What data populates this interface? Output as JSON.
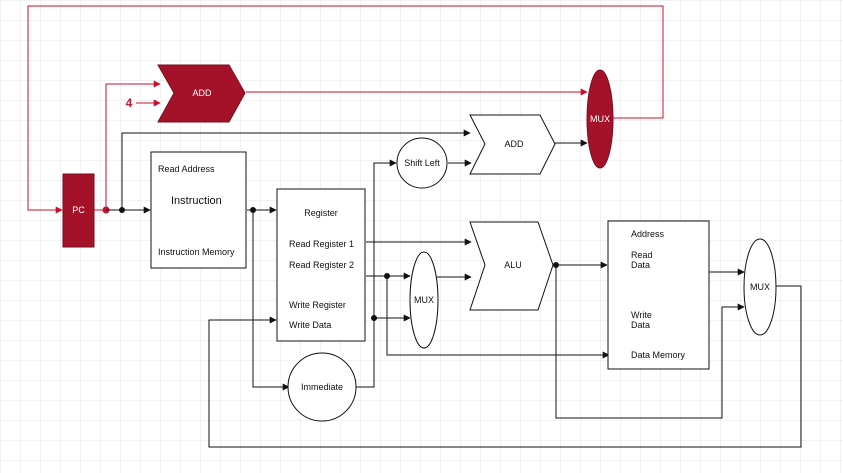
{
  "colors": {
    "accent": "#a4122a",
    "wire_red": "#c8102e",
    "wire": "#111111",
    "grid": "#eaeaea"
  },
  "pc": {
    "label": "PC"
  },
  "add_top": {
    "label": "ADD"
  },
  "constant": {
    "label": "4"
  },
  "mux_top": {
    "label": "MUX"
  },
  "instruction_memory": {
    "read_address": "Read Address",
    "instruction": "Instruction",
    "title": "Instruction Memory"
  },
  "shift_left": {
    "label": "Shift Left"
  },
  "add_branch": {
    "label": "ADD"
  },
  "register_file": {
    "title": "Register",
    "read_register_1": "Read Register 1",
    "read_register_2": "Read Register 2",
    "write_register": "Write Register",
    "write_data": "Write Data"
  },
  "mux_alu": {
    "label": "MUX"
  },
  "alu": {
    "label": "ALU"
  },
  "immediate": {
    "label": "Immediate"
  },
  "data_memory": {
    "address": "Address",
    "read": "Read",
    "read_data": "Data",
    "write": "Write",
    "write_data": "Data",
    "title": "Data Memory"
  },
  "mux_mem": {
    "label": "MUX"
  }
}
